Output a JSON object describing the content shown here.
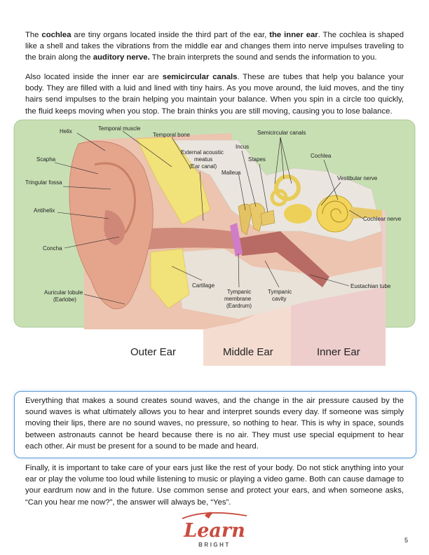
{
  "p1": {
    "t1": "The ",
    "b1": "cochlea",
    "t2": " are tiny organs located inside the third part of the ear, ",
    "b2": "the inner ear",
    "t3": ".  The cochlea is shaped like a shell and takes the vibrations from the middle ear and changes them into nerve impulses traveling to the brain along the ",
    "b3": "auditory nerve.",
    "t4": "  The brain interprets the sound and sends the information to you."
  },
  "p2": {
    "t1": "Also located inside the inner ear are ",
    "b1": "semicircular canals",
    "t2": ". These are tubes that help you balance your body. They are filled with a  luid and lined with tiny hairs. As you move around, the  luid moves, and the tiny hairs send impulses to the brain helping you maintain your balance. When you spin in a circle too quickly, the fluid keeps moving when you stop. The brain thinks you are still moving, causing you to lose balance."
  },
  "p3": "Everything that makes a sound creates sound waves, and the change in the air pressure caused by the sound waves is what ultimately allows you to hear and interpret sounds every day.  If someone was simply moving their lips, there are no sound waves, no pressure, so nothing to hear.  This is why in space, sounds between astronauts cannot be heard because there is no air.  They must use special equipment to hear each other.  Air must be present for a sound to be made and heard.",
  "p4": "Finally, it is important to take care of your ears just like the rest of your body.  Do not stick anything into your ear or play the volume too loud while listening to music or playing a video game.  Both can cause damage to your eardrum now and in the future.   Use common sense and protect your ears, and when someone asks, “Can you hear me now?”, the answer will always be, “Yes”.",
  "diagram": {
    "labels": {
      "helix": "Helix",
      "temporal_muscle": "Temporal muscle",
      "temporal_bone": "Temporal bone",
      "ext1": "External acoustic",
      "ext2": "meatus",
      "ext3": "(Ear canal)",
      "incus": "Incus",
      "semicircular": "Semicircular canals",
      "stapes": "Stapes",
      "cochlea": "Cochlea",
      "malleus": "Malleus",
      "scapha": "Scapha",
      "tringular": "Tringular fossa",
      "vestibular": "Vestibular nerve",
      "antihelix": "Antihelix",
      "cochlear_nerve": "Cochlear nerve",
      "concha": "Concha",
      "auricular1": "Auricular lobule",
      "auricular2": "(Earlobe)",
      "cartilage": "Cartilage",
      "tymp_mem1": "Tympanic",
      "tymp_mem2": "membrane",
      "tymp_mem3": "(Eardrum)",
      "tymp_cav1": "Tympanic",
      "tymp_cav2": "cavity",
      "eustachian": "Eustachian tube"
    },
    "zones": {
      "outer": "Outer Ear",
      "middle": "Middle Ear",
      "inner": "Inner Ear"
    },
    "colors": {
      "panel": "#c8dfb4",
      "outer_zone": "#ffffff",
      "middle_zone": "#f4ddd0",
      "inner_zone": "#eecdcd",
      "skin": "#e4a58c",
      "bone": "#eae6df",
      "cochlea": "#f2d55a"
    }
  },
  "logo": {
    "word": "Learn",
    "sub": "BRIGHT",
    "color": "#c94b3f"
  },
  "page_number": "5"
}
